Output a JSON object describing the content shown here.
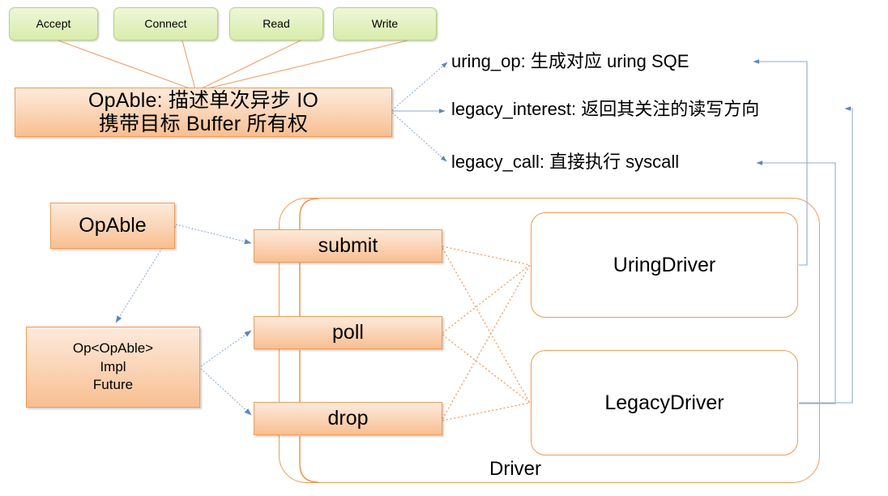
{
  "diagram": {
    "title": "OpAble / Op / Driver architecture diagram",
    "colors": {
      "green_fill": "#e4f2c4",
      "green_border": "#b5d37e",
      "orange_fill": "#fbd7bb",
      "orange_border": "#ef9b55",
      "blue_arrow": "#7f9fc4",
      "orange_arrow": "#f4a261",
      "text": "#000000"
    }
  },
  "op_kinds": [
    {
      "label": "Accept"
    },
    {
      "label": "Connect"
    },
    {
      "label": "Read"
    },
    {
      "label": "Write"
    }
  ],
  "opable_main": {
    "line1": "OpAble: 描述单次异步 IO",
    "line2": "携带目标 Buffer 所有权"
  },
  "trait_methods": [
    {
      "label": "uring_op: 生成对应 uring SQE"
    },
    {
      "label": "legacy_interest: 返回其关注的读写方向"
    },
    {
      "label": "legacy_call: 直接执行 syscall"
    }
  ],
  "lower": {
    "opable_box": {
      "label": "OpAble"
    },
    "op_impl_box": {
      "line1": "Op<OpAble>",
      "line2": "Impl",
      "line3": "Future"
    },
    "methods": [
      {
        "label": "submit"
      },
      {
        "label": "poll"
      },
      {
        "label": "drop"
      }
    ],
    "driver_group_label": "Driver",
    "drivers": [
      {
        "label": "UringDriver"
      },
      {
        "label": "LegacyDriver"
      }
    ]
  }
}
